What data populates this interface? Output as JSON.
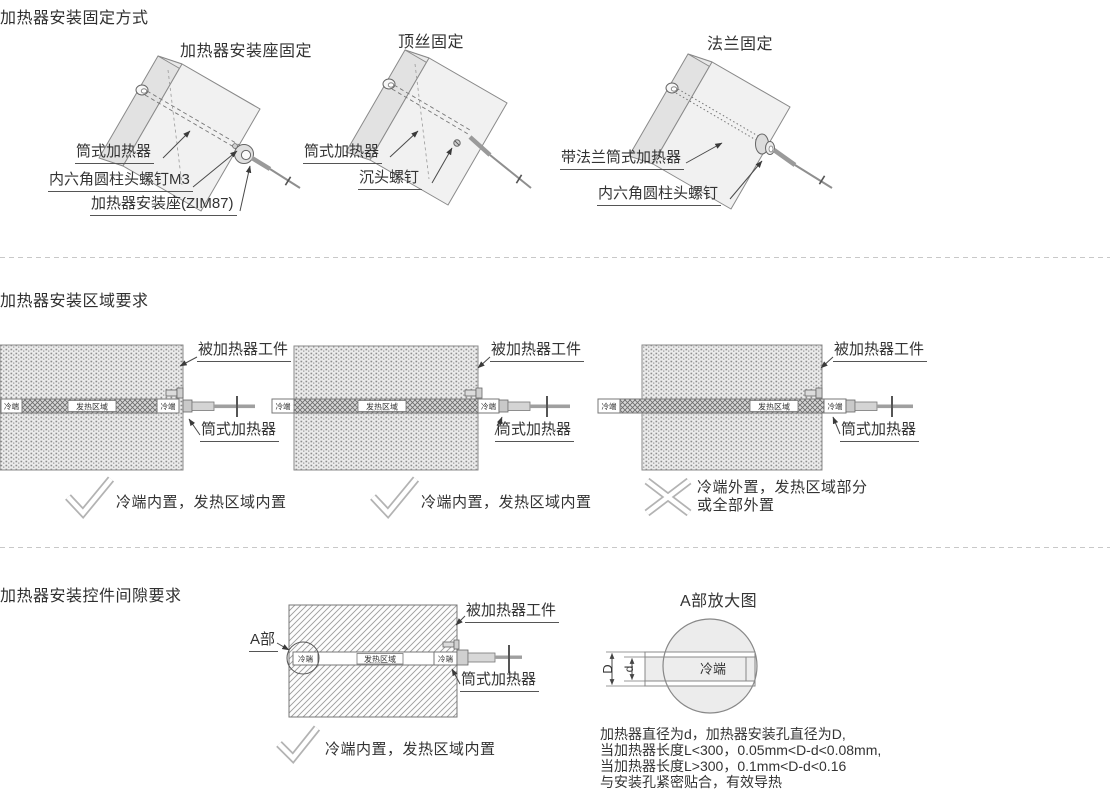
{
  "colors": {
    "text": "#383838",
    "line": "#777777",
    "block_fill": "#f1f1f1",
    "mark_gray": "#b3b3b3"
  },
  "fixing": {
    "heading": "加热器安装固定方式",
    "diagram1": {
      "title": "加热器安装座固定",
      "label_heater": "筒式加热器",
      "label_screw": "内六角圆柱头螺钉M3",
      "label_seat": "加热器安装座(ZIM87)"
    },
    "diagram2": {
      "title": "顶丝固定",
      "label_heater": "筒式加热器",
      "label_screw": "沉头螺钉"
    },
    "diagram3": {
      "title": "法兰固定",
      "label_heater": "带法兰筒式加热器",
      "label_screw": "内六角圆柱头螺钉"
    }
  },
  "area": {
    "heading": "加热器安装区域要求",
    "bar": {
      "cold": "冷端",
      "heat": "发热区域"
    },
    "label_workpiece": "被加热器工件",
    "label_heater": "筒式加热器",
    "caption_ok": "冷端内置，发热区域内置",
    "caption_bad_line1": "冷端外置，发热区域部分",
    "caption_bad_line2": "或全部外置"
  },
  "clearance": {
    "heading": "加热器安装控件间隙要求",
    "detail_ref": "A部",
    "label_workpiece": "被加热器工件",
    "label_heater": "筒式加热器",
    "caption_ok": "冷端内置，发热区域内置",
    "detail": {
      "title": "A部放大图",
      "cold": "冷端",
      "dim_outer": "D",
      "dim_inner": "d",
      "note1": "加热器直径为d，加热器安装孔直径为D,",
      "note2": "当加热器长度L<300，0.05mm<D-d<0.08mm,",
      "note3": "当加热器长度L>300，0.1mm<D-d<0.16",
      "note4": "与安装孔紧密贴合，有效导热"
    }
  }
}
